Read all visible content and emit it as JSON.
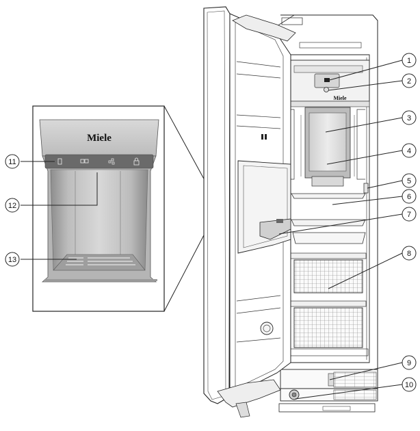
{
  "inset": {
    "brand": "Miele",
    "panel_icons": [
      "cup-icon",
      "ice-cubes-icon",
      "crushed-ice-icon",
      "lock-icon"
    ]
  },
  "appliance": {
    "brand": "Miele"
  },
  "callouts": [
    {
      "id": "callout-1",
      "label": "1"
    },
    {
      "id": "callout-2",
      "label": "2"
    },
    {
      "id": "callout-3",
      "label": "3"
    },
    {
      "id": "callout-4",
      "label": "4"
    },
    {
      "id": "callout-5",
      "label": "5"
    },
    {
      "id": "callout-6",
      "label": "6"
    },
    {
      "id": "callout-7",
      "label": "7"
    },
    {
      "id": "callout-8",
      "label": "8"
    },
    {
      "id": "callout-9",
      "label": "9"
    },
    {
      "id": "callout-10",
      "label": "10"
    },
    {
      "id": "callout-11",
      "label": "11"
    },
    {
      "id": "callout-12",
      "label": "12"
    },
    {
      "id": "callout-13",
      "label": "13"
    }
  ]
}
